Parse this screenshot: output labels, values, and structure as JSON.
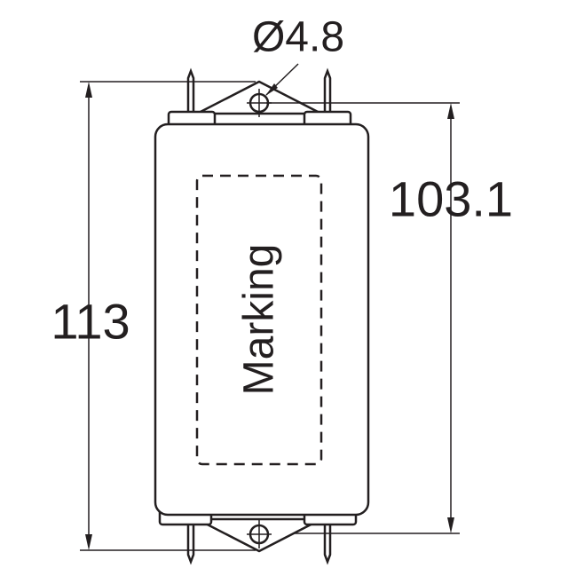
{
  "dimensions": {
    "hole_diameter": "Ø4.8",
    "overall_height": "113",
    "body_height": "103.1"
  },
  "marking_label": "Marking",
  "colors": {
    "line": "#231f20",
    "background": "#ffffff",
    "body_fill": "#ffffff"
  }
}
